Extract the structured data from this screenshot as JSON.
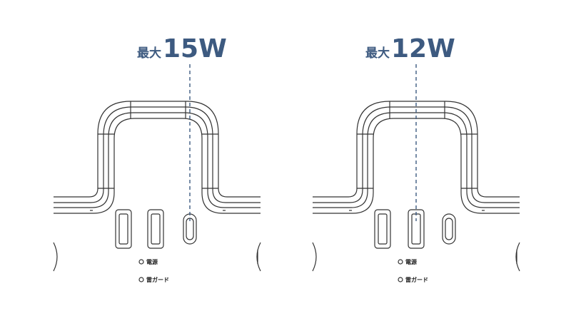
{
  "panels": [
    {
      "label_prefix": "最大",
      "label_value": "15W",
      "led_power": "電源",
      "led_guard": "雷ガード",
      "highlight_port": "usb-c"
    },
    {
      "label_prefix": "最大",
      "label_value": "12W",
      "led_power": "電源",
      "led_guard": "雷ガード",
      "highlight_port": "usb-a-2"
    }
  ],
  "colors": {
    "accent": "#3d5a80",
    "line": "#333333"
  }
}
